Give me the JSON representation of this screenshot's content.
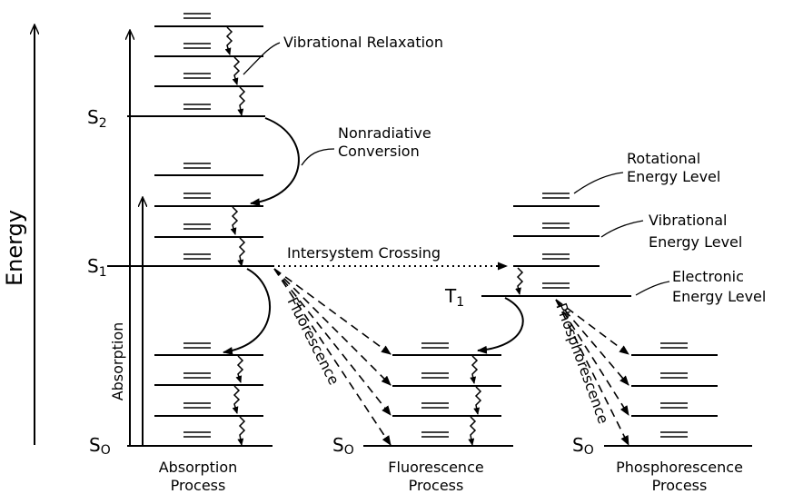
{
  "axis": {
    "energy_label": "Energy"
  },
  "states": {
    "s2": {
      "letter": "S",
      "sub": "2"
    },
    "s1": {
      "letter": "S",
      "sub": "1"
    },
    "s0_absorption": {
      "letter": "S",
      "sub": "O"
    },
    "s0_fluorescence": {
      "letter": "S",
      "sub": "O"
    },
    "s0_phosphorescence": {
      "letter": "S",
      "sub": "O"
    },
    "t1": {
      "letter": "T",
      "sub": "1"
    }
  },
  "labels": {
    "vibrational_relaxation": "Vibrational Relaxation",
    "nonradiative_line1": "Nonradiative",
    "nonradiative_line2": "Conversion",
    "intersystem_crossing": "Intersystem Crossing",
    "absorption": "Absorption",
    "fluorescence": "Fluorescence",
    "phosphorescence": "Phosphorescence",
    "rotational_line1": "Rotational",
    "rotational_line2": "Energy Level",
    "vibrational_line1": "Vibrational",
    "vibrational_line2": "Energy Level",
    "electronic_line1": "Electronic",
    "electronic_line2": "Energy Level"
  },
  "process_captions": {
    "absorption": [
      "Absorption",
      "Process"
    ],
    "fluorescence": [
      "Fluorescence",
      "Process"
    ],
    "phosphorescence": [
      "Phosphorescence",
      "Process"
    ]
  },
  "colors": {
    "ink": "#000000",
    "background": "#ffffff"
  }
}
